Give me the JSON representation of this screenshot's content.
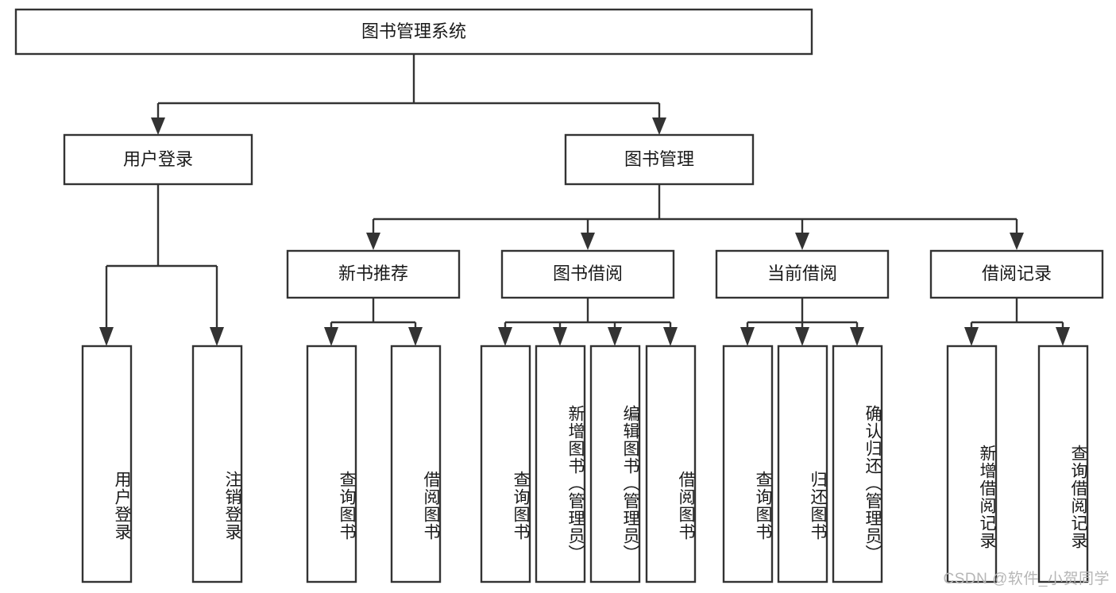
{
  "diagram": {
    "title": "图书管理系统",
    "type": "tree",
    "watermark": "CSDN @软件_小贺同学",
    "colors": {
      "stroke": "#333333",
      "fill": "#ffffff",
      "text": "#1a1a1a",
      "watermark": "#b6b6b6"
    },
    "root": {
      "label": "图书管理系统"
    },
    "level2": [
      {
        "label": "用户登录"
      },
      {
        "label": "图书管理"
      }
    ],
    "level3": [
      {
        "label": "新书推荐"
      },
      {
        "label": "图书借阅"
      },
      {
        "label": "当前借阅"
      },
      {
        "label": "借阅记录"
      }
    ],
    "leaves": {
      "user_login": [
        {
          "label": "用户登录"
        },
        {
          "label": "注销登录"
        }
      ],
      "new_book": [
        {
          "label": "查询图书"
        },
        {
          "label": "借阅图书"
        }
      ],
      "book_borrow": [
        {
          "label": "查询图书"
        },
        {
          "label": "新增图书（管理员）"
        },
        {
          "label": "编辑图书（管理员）"
        },
        {
          "label": "借阅图书"
        }
      ],
      "current_borrow": [
        {
          "label": "查询图书"
        },
        {
          "label": "归还图书"
        },
        {
          "label": "确认归还（管理员）"
        }
      ],
      "borrow_record": [
        {
          "label": "新增借阅记录"
        },
        {
          "label": "查询借阅记录"
        }
      ]
    }
  }
}
